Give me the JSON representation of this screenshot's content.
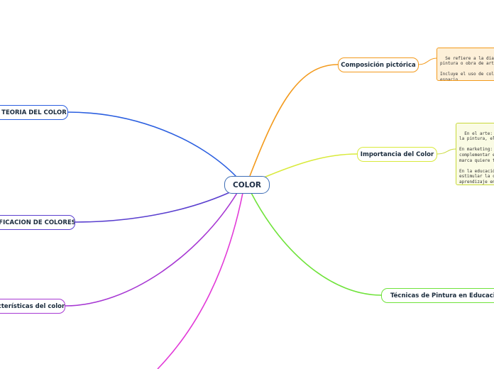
{
  "central": {
    "label": "COLOR"
  },
  "branches": {
    "teoria": {
      "label": "TEORIA DEL COLOR",
      "color": "#2b5fe0"
    },
    "clasificacion": {
      "label": "IFICACION DE COLORES",
      "color": "#5a3fcf"
    },
    "caracteristicas": {
      "label": "cterísticas del color",
      "color": "#a738d3"
    },
    "composicion": {
      "label": "Composición pictórica",
      "color": "#f39a1c"
    },
    "importancia": {
      "label": "Importancia del Color",
      "color": "#d9ea3a"
    },
    "tecnicas": {
      "label": "Técnicas de Pintura en Educación Prim",
      "color": "#6fe33a"
    },
    "extra": {
      "color": "#e23ad8"
    }
  },
  "notes": {
    "composicion": {
      "text": "Se refiere a la diapos\npintura o obra de arte\n\nIncluye el uso de colo\nespacio",
      "border": "#f39a1c",
      "fill": "#fdf0d9"
    },
    "importancia": {
      "text": "En el arte: el\nla pintura, el\n\nEn marketing:\ncomplementar e\nmarca quiere t\n\nEn la educació\nestimular la c\naprendizaje en",
      "border": "#c8d93a",
      "fill": "#fafbe4"
    }
  }
}
